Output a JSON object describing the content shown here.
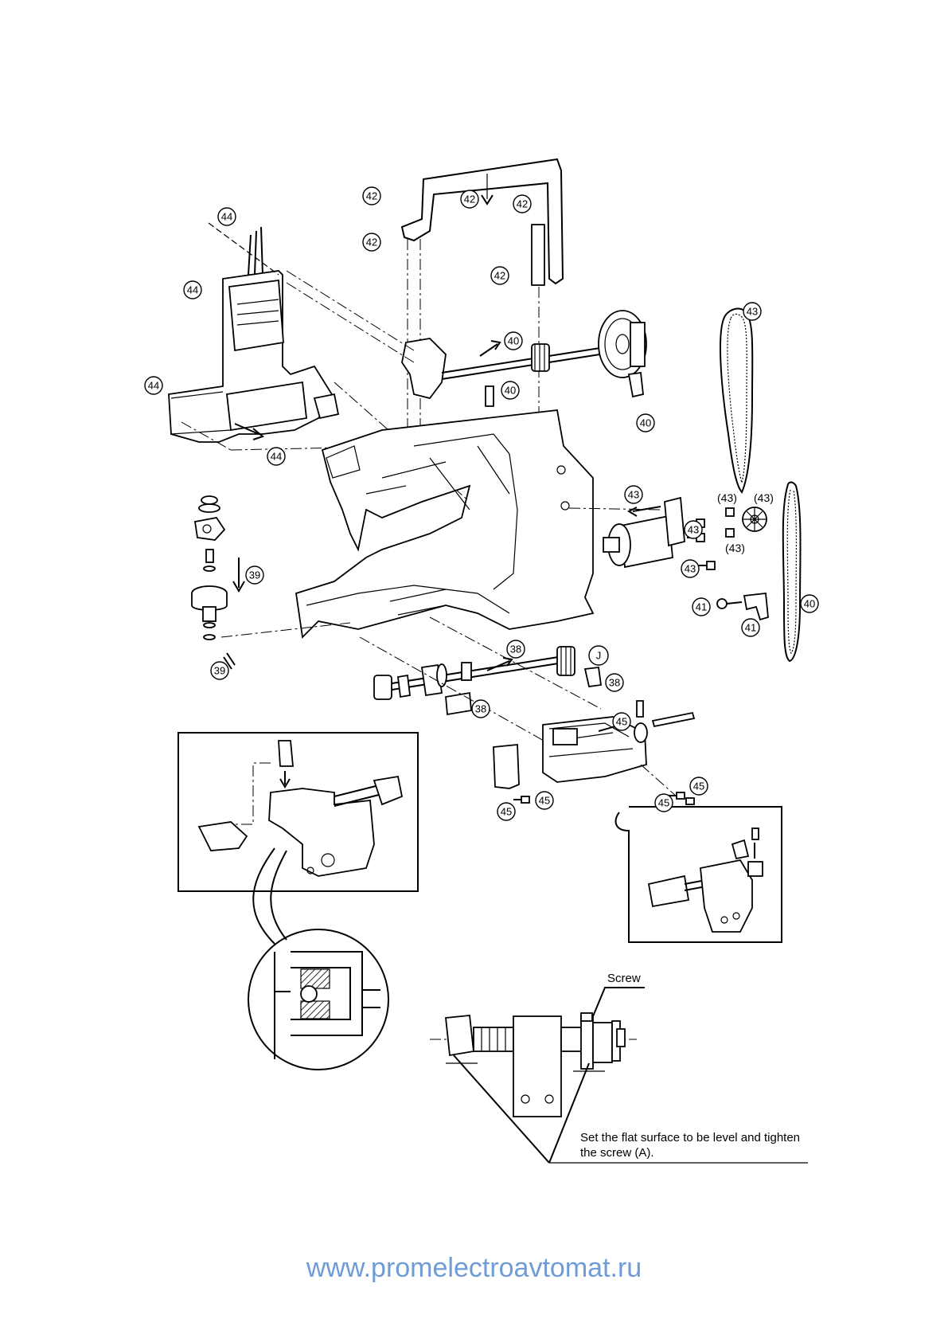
{
  "callouts": {
    "c38": "38",
    "c39": "39",
    "c40": "40",
    "c41": "41",
    "c42": "42",
    "c43": "43",
    "c44": "44",
    "c45": "45",
    "p43": "(43)"
  },
  "letter_j": "J",
  "labels": {
    "screw": "Screw",
    "note_line1": "Set the flat surface to be level and tighten",
    "note_line2": "the screw (A)."
  },
  "footer": {
    "website": "www.promelectroavtomat.ru"
  },
  "colors": {
    "line": "#000000",
    "website": "#6f9bd6"
  }
}
